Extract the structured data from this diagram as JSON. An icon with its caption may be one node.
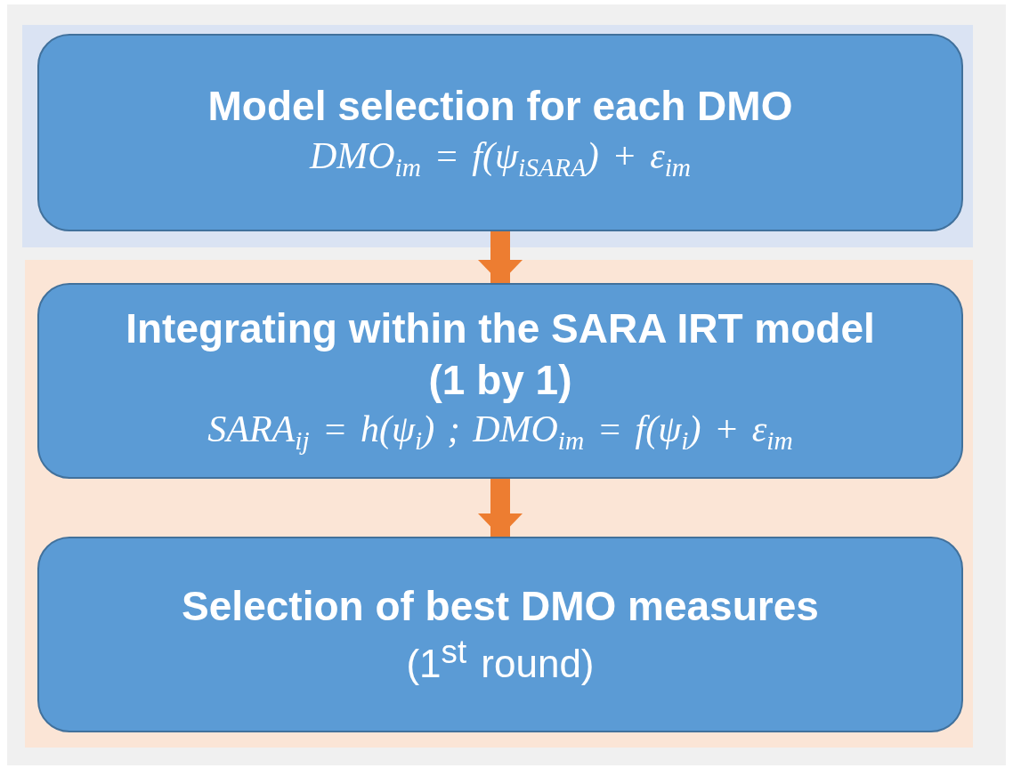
{
  "diagram": {
    "nodes": [
      {
        "text": [],
        "shape": "box"
      },
      {
        "text": [
          "Model selection for each DMO",
          "DMO$_{im}$ = f(ψ$_{i}$$_{SARA}$) + ε$_{im}$"
        ],
        "in": 0
      },
      {
        "text": [],
        "shape": "box"
      },
      {
        "text": [
          "Integrating within the SARA IRT model (1 by 1)",
          "SARA$_{ij}$ = h(ψ$_{i}$) ; DMO$_{im}$ = f(ψ$_{i}$) + ε$_{im}$"
        ],
        "in": 2
      },
      {
        "text": [
          "Selection of best DMO measures",
          "(1$^{st}$ round)"
        ],
        "in": 2
      }
    ],
    "edges": [
      {
        "from": 1,
        "to": 3,
        "arrow": "to"
      },
      {
        "from": 3,
        "to": 4,
        "arrow": "to"
      }
    ]
  }
}
